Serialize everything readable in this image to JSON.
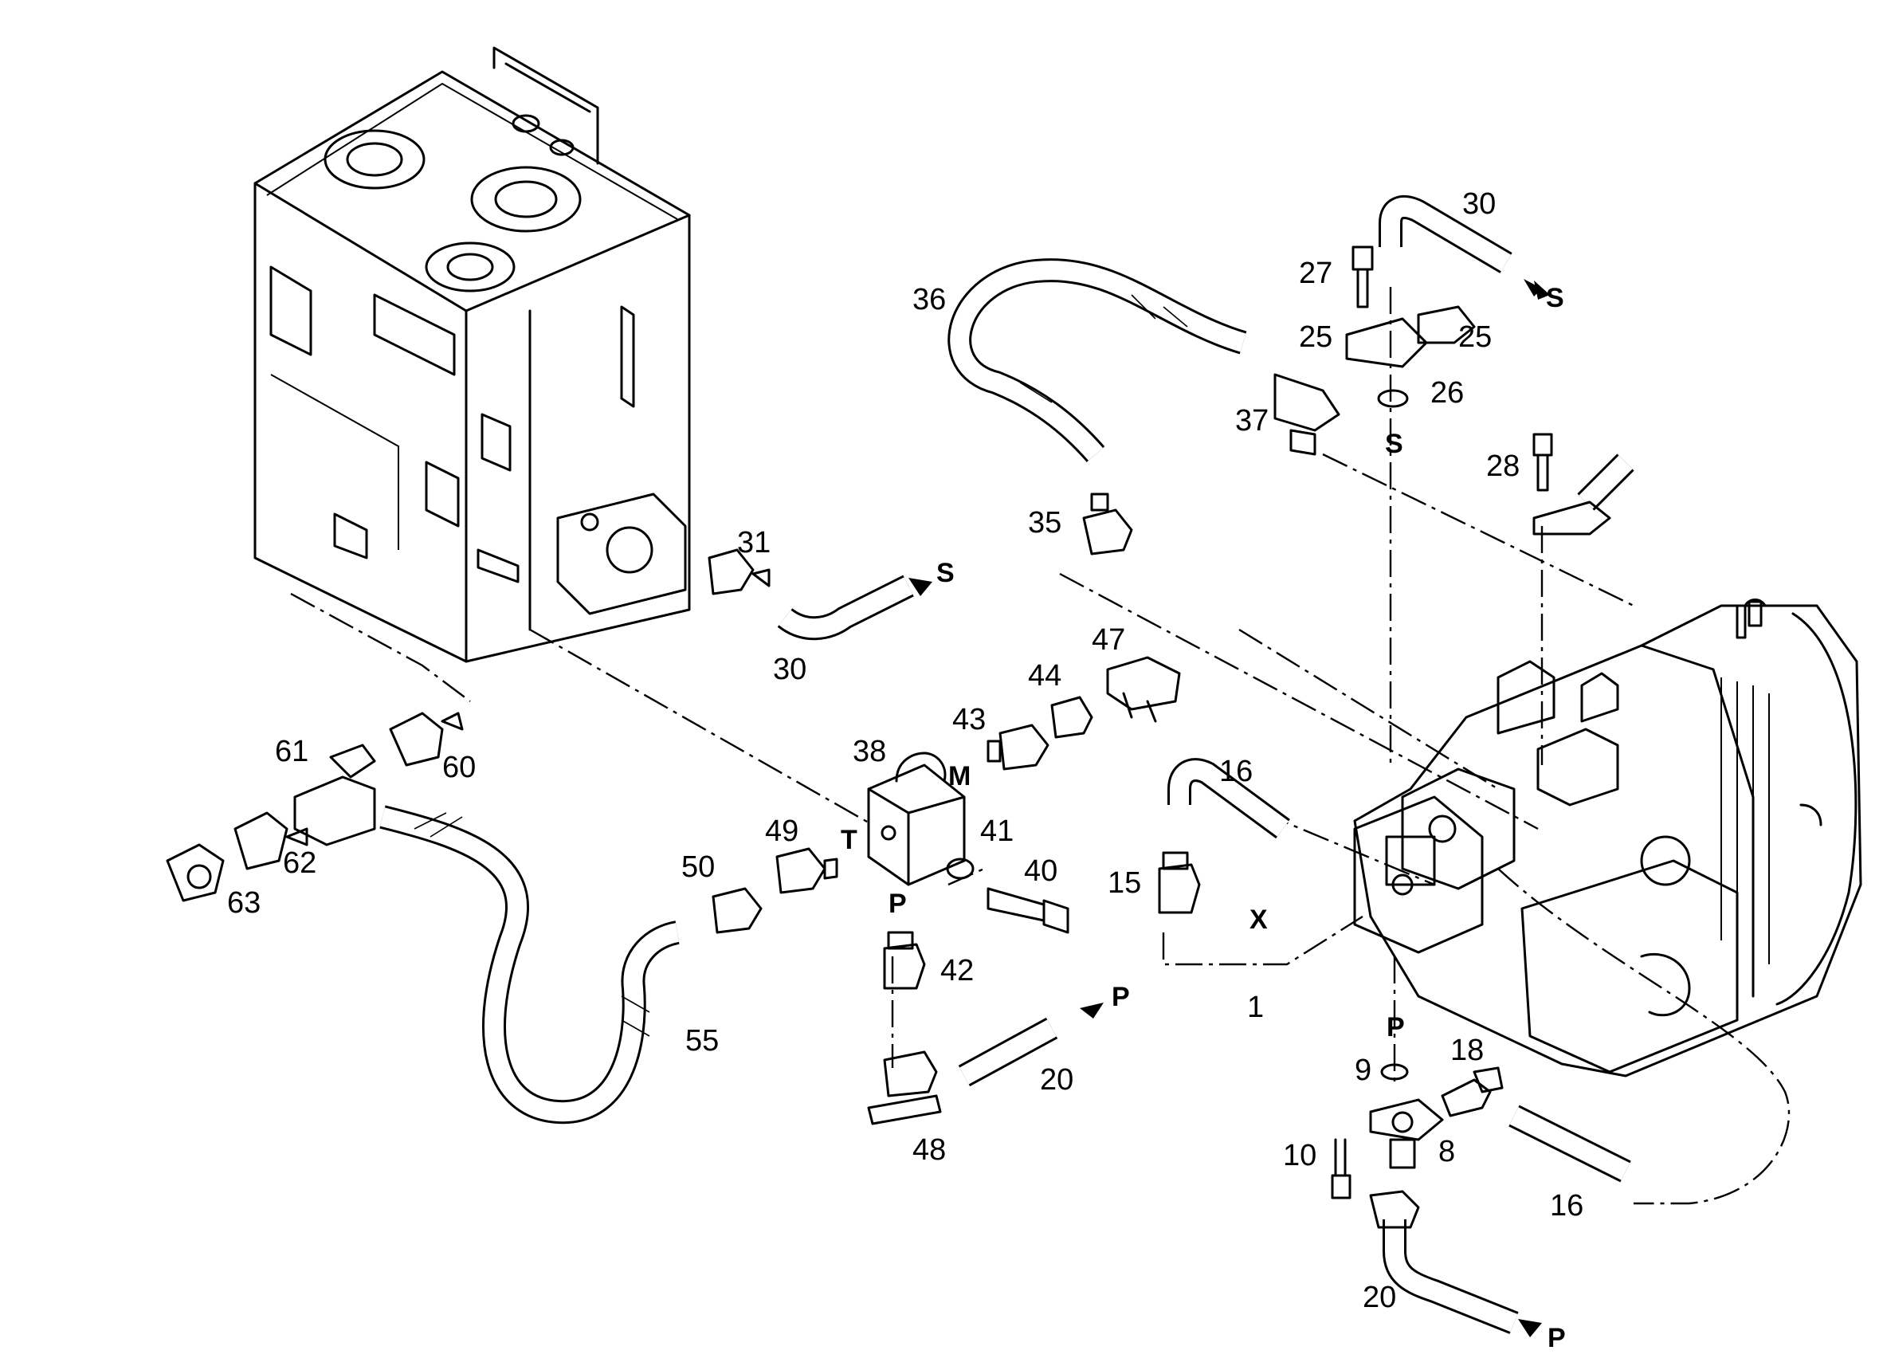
{
  "labels": {
    "p1": "1",
    "p8": "8",
    "p9": "9",
    "p10": "10",
    "p15": "15",
    "p16a": "16",
    "p16b": "16",
    "p18": "18",
    "p20a": "20",
    "p20b": "20",
    "p25a": "25",
    "p25b": "25",
    "p26": "26",
    "p27": "27",
    "p28": "28",
    "p30a": "30",
    "p30b": "30",
    "p31": "31",
    "p35": "35",
    "p36": "36",
    "p37": "37",
    "p38": "38",
    "p40": "40",
    "p41": "41",
    "p42": "42",
    "p43": "43",
    "p44": "44",
    "p47": "47",
    "p48": "48",
    "p49": "49",
    "p50": "50",
    "p55": "55",
    "p60": "60",
    "p61": "61",
    "p62": "62",
    "p63": "63"
  },
  "ports": {
    "s_top": "S",
    "s_valve": "S",
    "s_left": "S",
    "p_block": "P",
    "p_hose": "P",
    "p_pump": "P",
    "p_bottom": "P",
    "t_block": "T",
    "m_block": "M",
    "x_pump": "X"
  }
}
